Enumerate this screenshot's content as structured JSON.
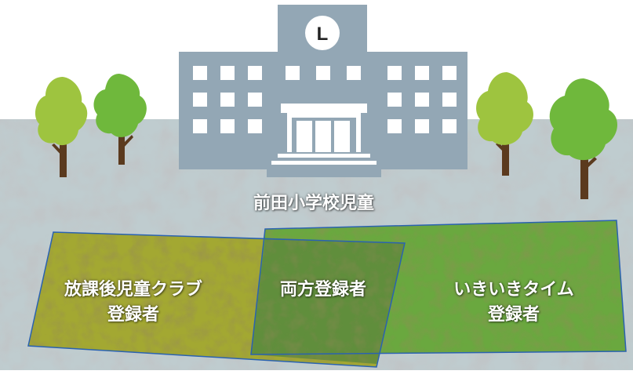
{
  "school": {
    "label": "前田小学校児童",
    "clock_text": "L"
  },
  "groups": {
    "left_line1": "放課後児童クラブ",
    "left_line2": "登録者",
    "overlap": "両方登録者",
    "right_line1": "いきいきタイム",
    "right_line2": "登録者"
  },
  "colors": {
    "building": "#93a7b5",
    "window": "#ffffff",
    "ground": "#bfcccf",
    "left_field": "#a3a832",
    "right_field": "#6aa83f",
    "overlap_field": "#5e8a3c",
    "field_border": "#2a62b0",
    "tree_light": "#9ec43f",
    "tree_dark": "#6fb83c",
    "trunk": "#5b3a1e"
  }
}
